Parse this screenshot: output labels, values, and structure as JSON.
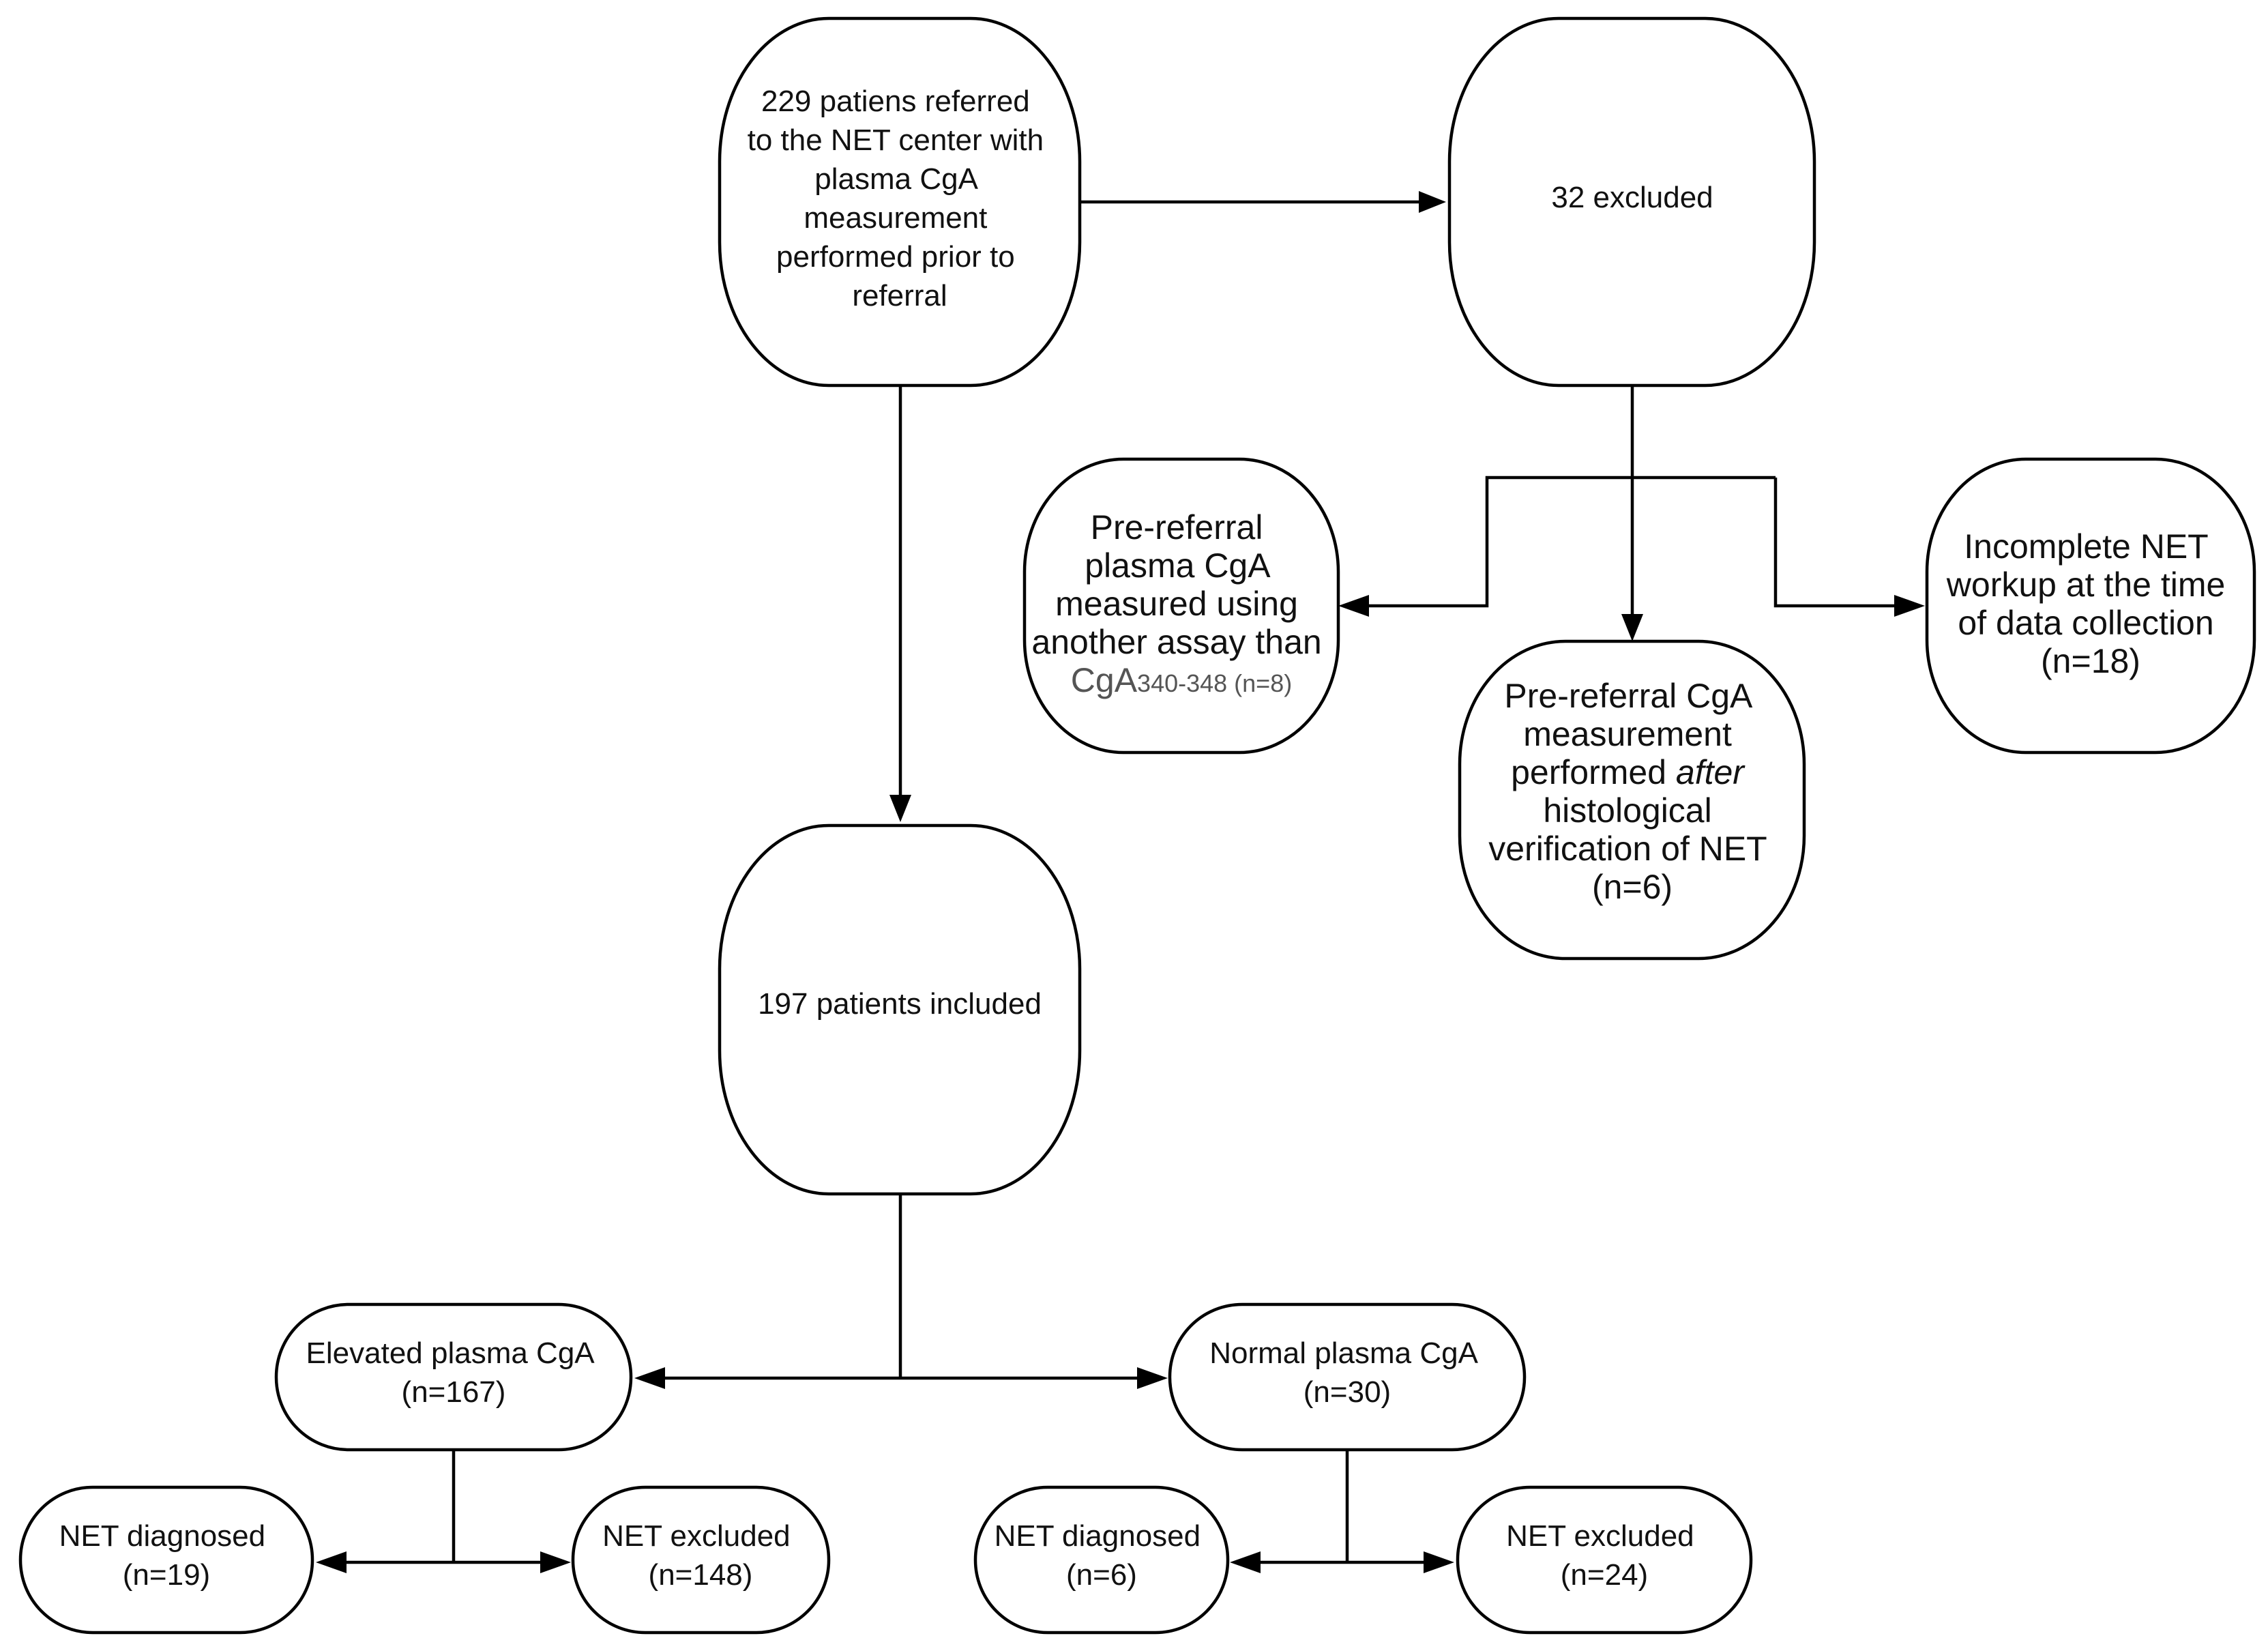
{
  "nodes": {
    "referred": {
      "lines": [
        "229 patiens referred",
        "to the NET center with",
        "plasma CgA",
        "measurement",
        "performed prior to",
        "referral"
      ]
    },
    "excluded_total": {
      "lines": [
        "32 excluded"
      ]
    },
    "excl_assay": {
      "lines": [
        "Pre-referral",
        "plasma CgA",
        "measured using",
        "another assay than"
      ],
      "last_main": "CgA",
      "last_sub": "340-348",
      "last_count": " (n=8)"
    },
    "excl_after": {
      "lines": [
        "Pre-referral CgA",
        "measurement"
      ],
      "italic_prefix": "performed ",
      "italic_word": "after",
      "lines_after": [
        "histological",
        "verification of NET",
        "(n=6)"
      ]
    },
    "excl_incomplete": {
      "lines": [
        "Incomplete NET",
        "workup at the time",
        "of data collection",
        "(n=18)"
      ]
    },
    "included": {
      "lines": [
        "197 patients included"
      ]
    },
    "elevated": {
      "lines": [
        "Elevated plasma CgA",
        "(n=167)"
      ]
    },
    "normal": {
      "lines": [
        "Normal plasma CgA",
        "(n=30)"
      ]
    },
    "elev_diag": {
      "lines": [
        "NET diagnosed",
        "(n=19)"
      ]
    },
    "elev_excl": {
      "lines": [
        "NET excluded",
        "(n=148)"
      ]
    },
    "norm_diag": {
      "lines": [
        "NET diagnosed",
        "(n=6)"
      ]
    },
    "norm_excl": {
      "lines": [
        "NET excluded",
        "(n=24)"
      ]
    }
  }
}
